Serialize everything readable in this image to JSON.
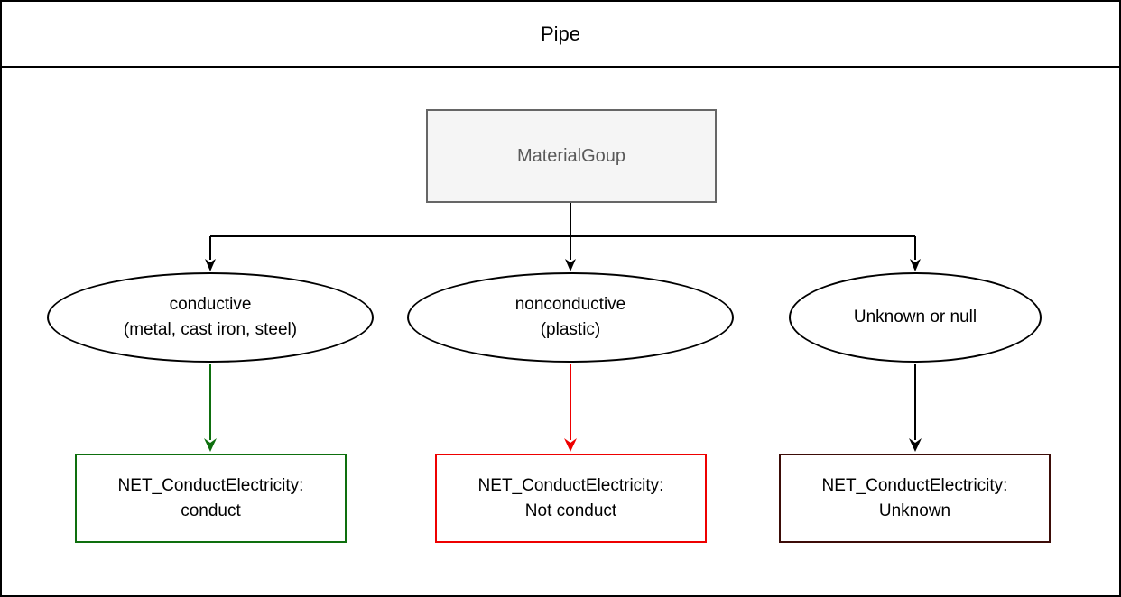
{
  "diagram": {
    "title": "Pipe",
    "root": {
      "label": "MaterialGoup",
      "fill_color": "#f5f5f5",
      "border_color": "#666666",
      "text_color": "#595959"
    },
    "branches": [
      {
        "condition_line1": "conductive",
        "condition_line2": "(metal, cast iron, steel)",
        "result_line1": "NET_ConductElectricity:",
        "result_line2": "conduct",
        "arrow_color": "#0e6f0e",
        "result_border_color": "#0e6f0e"
      },
      {
        "condition_line1": "nonconductive",
        "condition_line2": "(plastic)",
        "result_line1": "NET_ConductElectricity:",
        "result_line2": "Not conduct",
        "arrow_color": "#ee0000",
        "result_border_color": "#ee0000"
      },
      {
        "condition_line1": "Unknown or null",
        "condition_line2": "",
        "result_line1": "NET_ConductElectricity:",
        "result_line2": "Unknown",
        "arrow_color": "#000000",
        "result_border_color": "#3c0c08"
      }
    ],
    "connector_color": "#000000"
  }
}
